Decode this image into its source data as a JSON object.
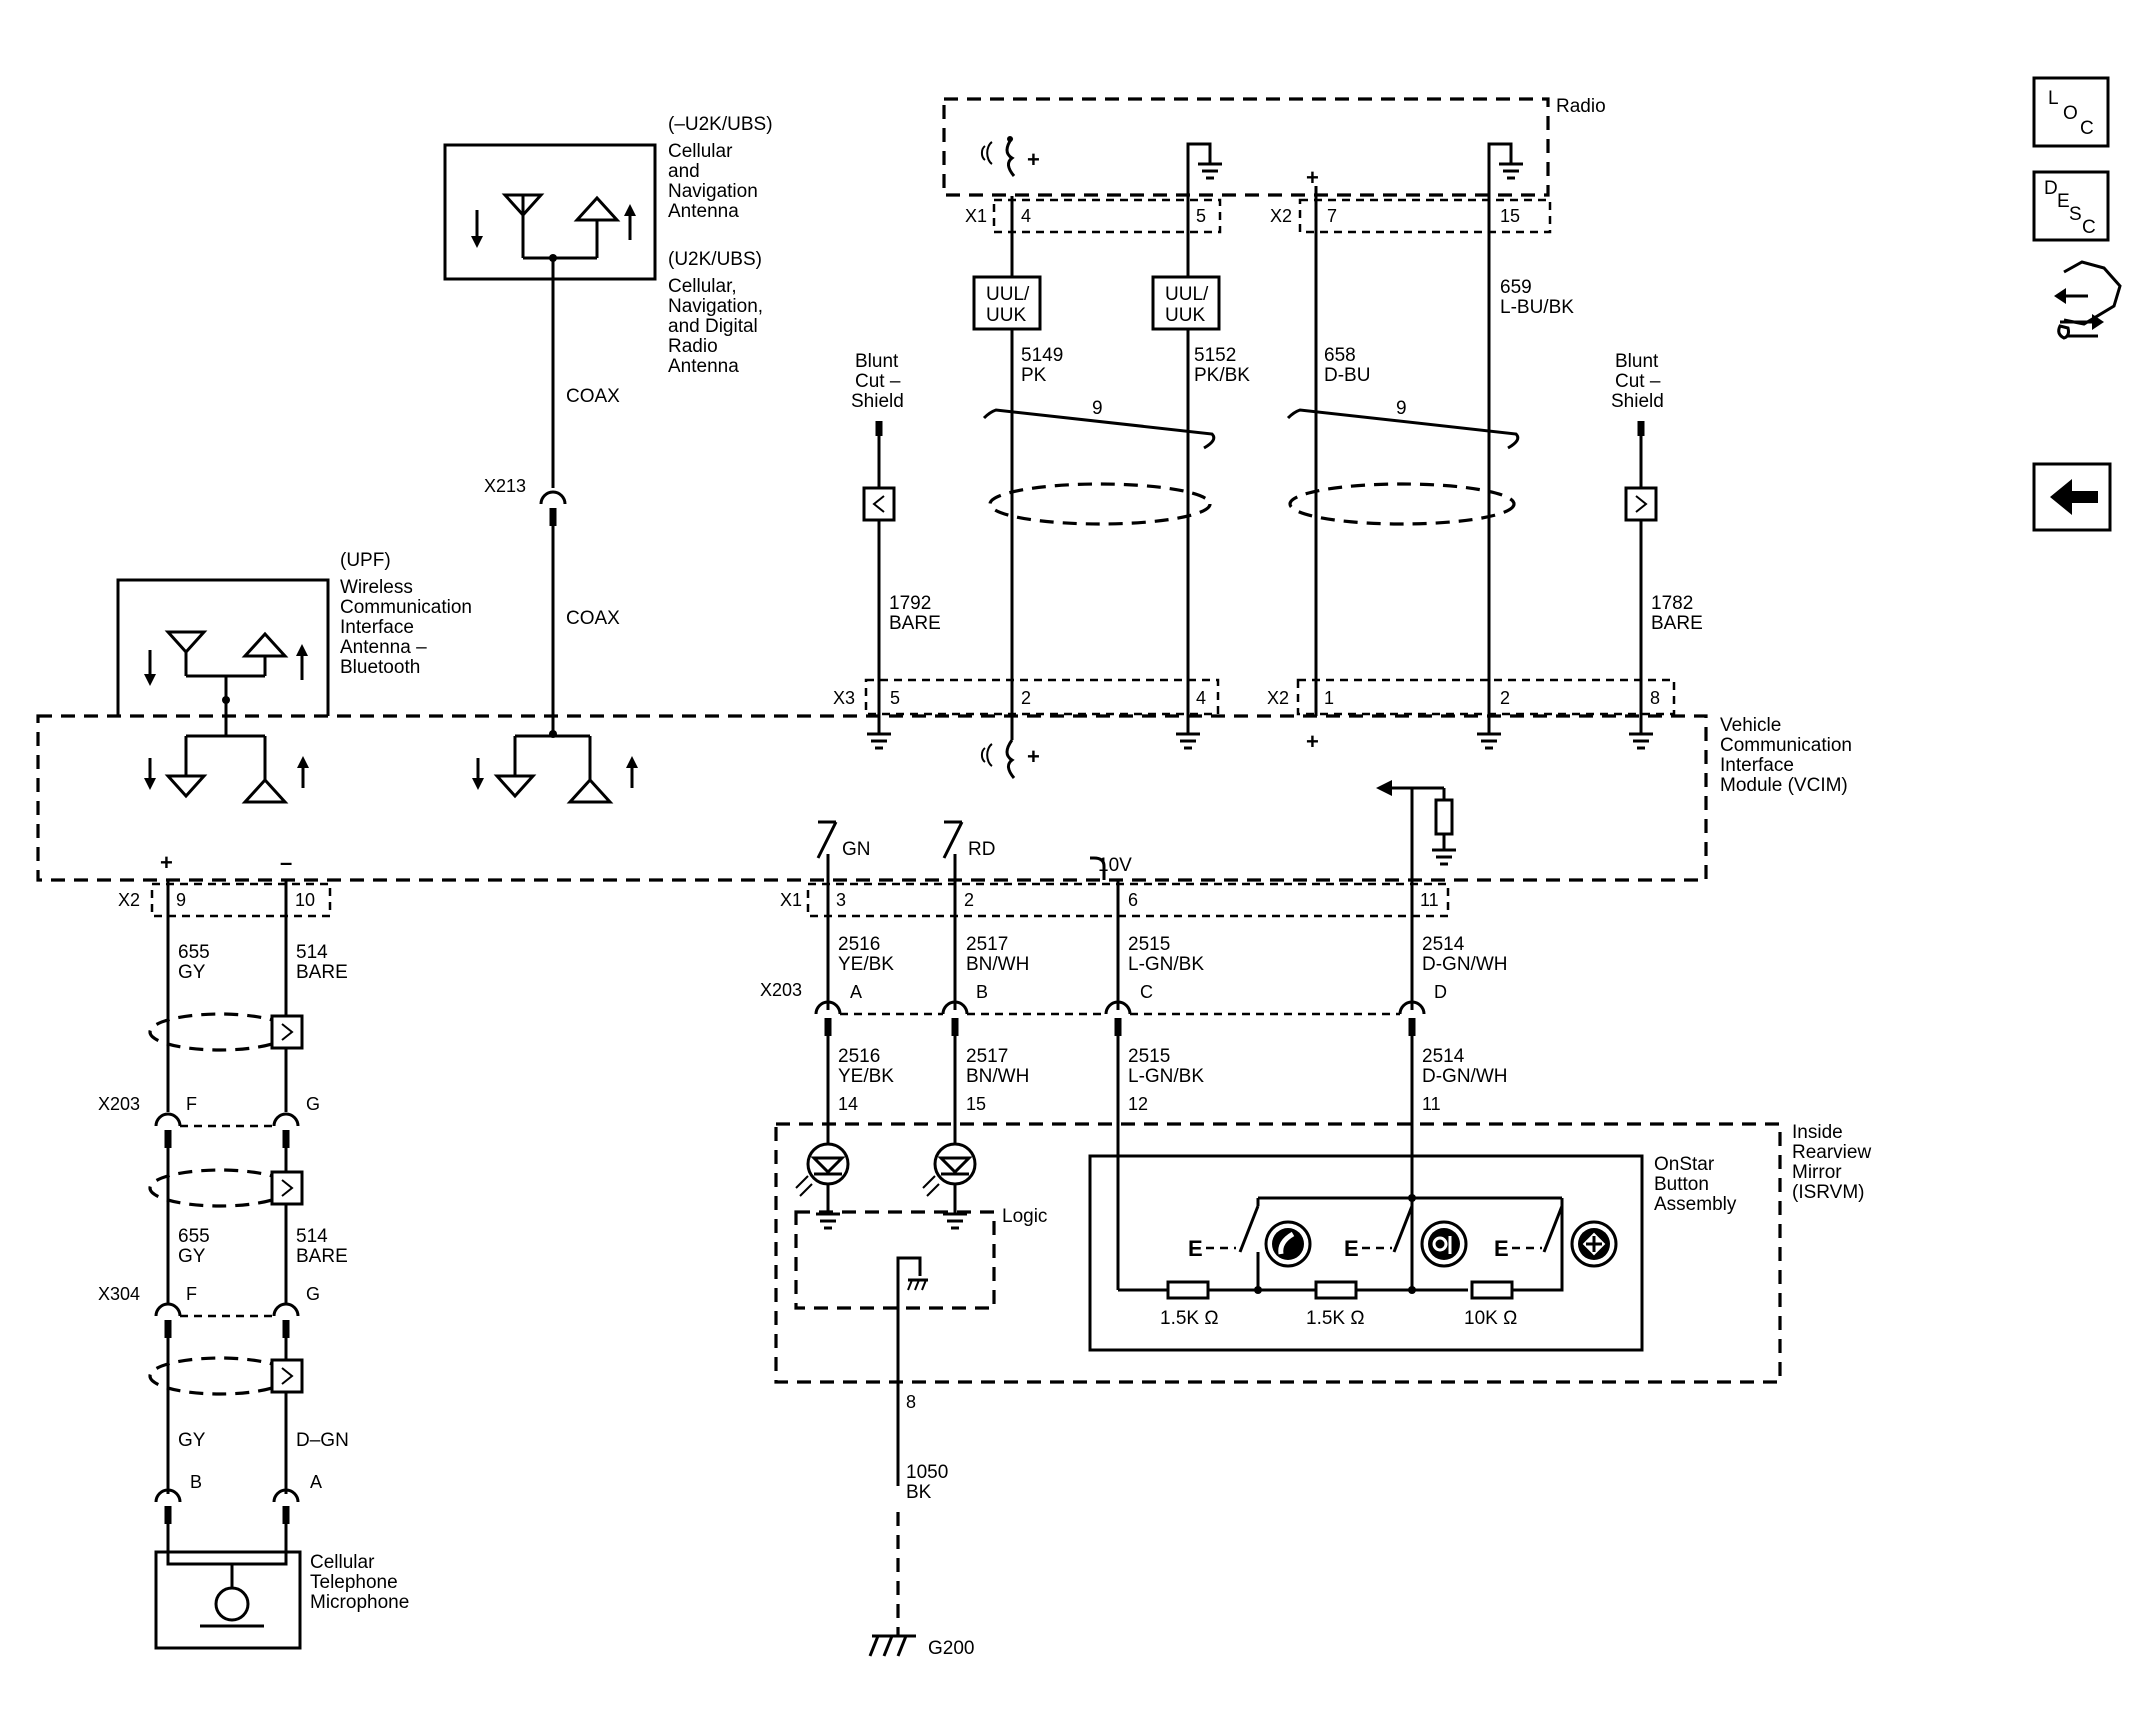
{
  "components": {
    "radio": "Radio",
    "vcim": [
      "Vehicle",
      "Communication",
      "Interface",
      "Module (VCIM)"
    ],
    "cell_nav_antenna": [
      "(–U2K/UBS)",
      "Cellular",
      "and",
      "Navigation",
      "Antenna"
    ],
    "cell_nav_digital_antenna": [
      "(U2K/UBS)",
      "Cellular,",
      "Navigation,",
      "and Digital",
      "Radio",
      "Antenna"
    ],
    "bluetooth_antenna": [
      "(UPF)",
      "Wireless",
      "Communication",
      "Interface",
      "Antenna –",
      "Bluetooth"
    ],
    "isrvm": [
      "Inside",
      "Rearview",
      "Mirror",
      "(ISRVM)"
    ],
    "onstar_buttons": [
      "OnStar",
      "Button",
      "Assembly"
    ],
    "microphone": [
      "Cellular",
      "Telephone",
      "Microphone"
    ],
    "logic": "Logic",
    "blunt_cut_left": [
      "Blunt",
      "Cut –",
      "Shield"
    ],
    "blunt_cut_right": [
      "Blunt",
      "Cut –",
      "Shield"
    ]
  },
  "connectors": {
    "x1_radio": "X1",
    "x2_radio": "X2",
    "x3_vcim": "X3",
    "x2_vcim_top": "X2",
    "x2_vcim_bottom": "X2",
    "x1_vcim_bottom": "X1",
    "x213": "X213",
    "x203_top": "X203",
    "x203_left": "X203",
    "x304": "X304",
    "g200": "G200"
  },
  "pins": {
    "radio_x1_4": "4",
    "radio_x1_5": "5",
    "radio_x2_7": "7",
    "radio_x2_15": "15",
    "vcim_x3_5": "5",
    "vcim_x3_2": "2",
    "vcim_x3_4": "4",
    "vcim_x2_1": "1",
    "vcim_x2_2": "2",
    "vcim_x2_8": "8",
    "vcim_x2_9": "9",
    "vcim_x2_10": "10",
    "vcim_x1_3": "3",
    "vcim_x1_2": "2",
    "vcim_x1_6": "6",
    "vcim_x1_11": "11",
    "x203_a": "A",
    "x203_b": "B",
    "x203_c": "C",
    "x203_d": "D",
    "mirror_14": "14",
    "mirror_15": "15",
    "mirror_12": "12",
    "mirror_11": "11",
    "mirror_8": "8",
    "x203_f": "F",
    "x203_g": "G",
    "x304_f": "F",
    "x304_g": "G",
    "mic_b": "B",
    "mic_a": "A",
    "twist_left": "9",
    "twist_right": "9"
  },
  "wires": {
    "w5149": [
      "5149",
      "PK"
    ],
    "w5152": [
      "5152",
      "PK/BK"
    ],
    "w658": [
      "658",
      "D-BU"
    ],
    "w659": [
      "659",
      "L-BU/BK"
    ],
    "w1792": [
      "1792",
      "BARE"
    ],
    "w1782": [
      "1782",
      "BARE"
    ],
    "coax_top": "COAX",
    "coax_bottom": "COAX",
    "w655_a": [
      "655",
      "GY"
    ],
    "w514_a": [
      "514",
      "BARE"
    ],
    "w655_b": [
      "655",
      "GY"
    ],
    "w514_b": [
      "514",
      "BARE"
    ],
    "gy": "GY",
    "dgn": "D–GN",
    "w2516_a": [
      "2516",
      "YE/BK"
    ],
    "w2517_a": [
      "2517",
      "BN/WH"
    ],
    "w2515_a": [
      "2515",
      "L-GN/BK"
    ],
    "w2514_a": [
      "2514",
      "D-GN/WH"
    ],
    "w2516_b": [
      "2516",
      "YE/BK"
    ],
    "w2517_b": [
      "2517",
      "BN/WH"
    ],
    "w2515_b": [
      "2515",
      "L-GN/BK"
    ],
    "w2514_b": [
      "2514",
      "D-GN/WH"
    ],
    "w1050": [
      "1050",
      "BK"
    ]
  },
  "options": {
    "uul_left": [
      "UUL/",
      "UUK"
    ],
    "uul_right": [
      "UUL/",
      "UUK"
    ]
  },
  "signals": {
    "gn": "GN",
    "rd": "RD",
    "v10": "10V",
    "plus": "+",
    "minus": "–",
    "r1": "1.5K Ω",
    "r2": "1.5K Ω",
    "r3": "10K Ω",
    "e": "E"
  },
  "nav_icons": [
    "LOC",
    "DESC",
    "connector-face-icon",
    "back-arrow-icon"
  ]
}
